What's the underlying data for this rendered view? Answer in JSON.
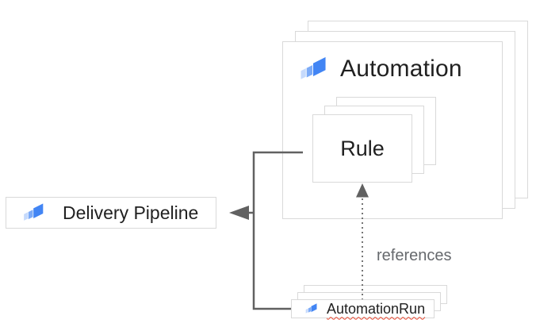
{
  "diagram": {
    "background": "#ffffff",
    "nodes": {
      "automation": {
        "label": "Automation",
        "icon": "cloud-deploy-icon",
        "stack_count": 3
      },
      "rule": {
        "label": "Rule",
        "stack_count": 3
      },
      "delivery_pipeline": {
        "label": "Delivery Pipeline",
        "icon": "cloud-deploy-icon"
      },
      "automation_run": {
        "label": "AutomationRun",
        "icon": "cloud-deploy-icon",
        "stack_count": 3,
        "spellcheck_underline": true
      }
    },
    "edges": {
      "automation_run_to_rule": {
        "label": "references",
        "style": "dotted-arrow-up"
      },
      "trunk_to_delivery_pipeline": {
        "label": "",
        "style": "solid-arrow-left"
      }
    },
    "colors": {
      "card_border": "#d9d9d9",
      "connector": "#616161",
      "dotted_line": "#757575",
      "text_primary": "#212121",
      "text_muted": "#66696d",
      "spellcheck_underline": "#e8442d",
      "icon_blue_dark": "#4285f4",
      "icon_blue_medium": "#7baaf7",
      "icon_blue_light": "#c6dafc"
    }
  }
}
